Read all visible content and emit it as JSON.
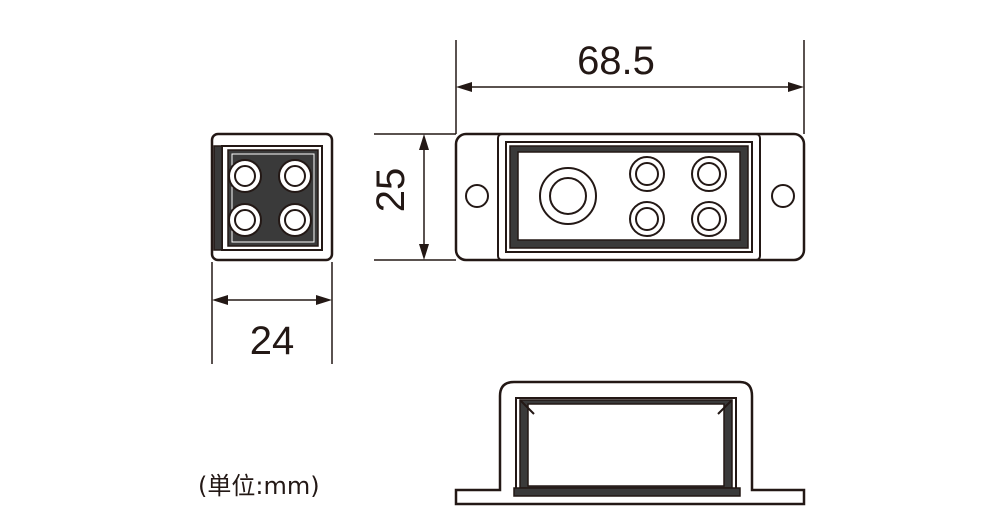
{
  "dimensions": {
    "width_top": "68.5",
    "height_front": "25",
    "depth_side": "24"
  },
  "unit_label": "(単位:mm)",
  "colors": {
    "line": "#231815",
    "fill_dark": "#3a3a3a",
    "background": "#ffffff"
  }
}
